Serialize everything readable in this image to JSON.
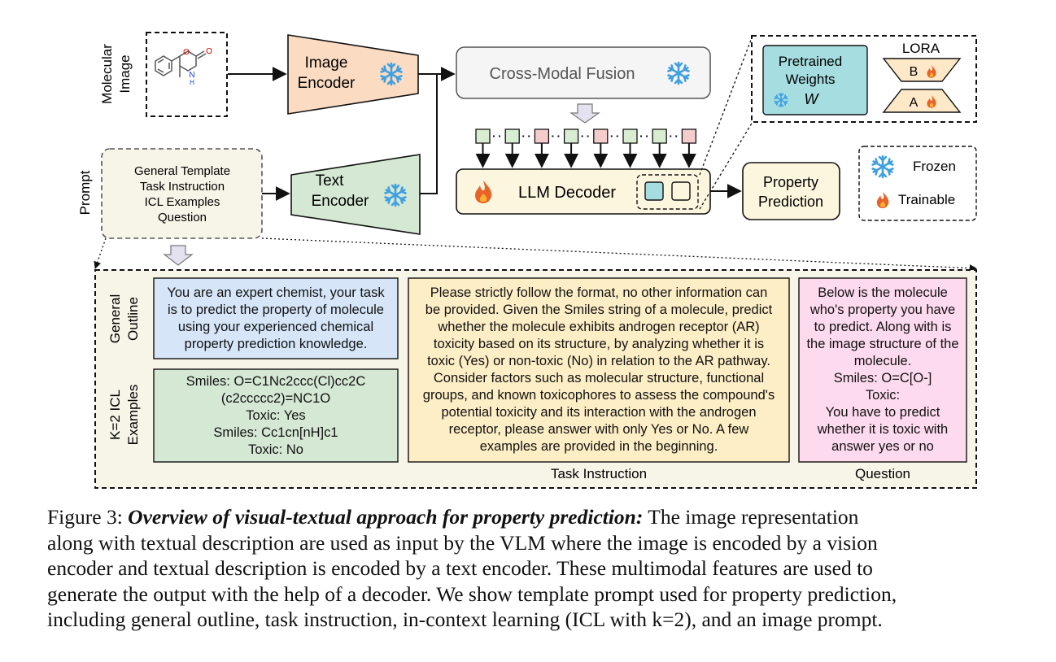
{
  "side_labels": {
    "molecular_image": [
      "Molecular",
      "Image"
    ],
    "prompt": "Prompt",
    "general_outline": [
      "General",
      "Outline"
    ],
    "icl_examples": [
      "K=2 ICL",
      "Examples"
    ]
  },
  "blocks": {
    "image_encoder": [
      "Image",
      "Encoder"
    ],
    "text_encoder": [
      "Text",
      "Encoder"
    ],
    "cross_modal_fusion": "Cross-Modal Fusion",
    "llm_decoder": "LLM Decoder",
    "property_prediction": [
      "Property",
      "Prediction"
    ],
    "pretrained_weights": [
      "Pretrained",
      "Weights"
    ],
    "weights_symbol": "W",
    "lora_title": "LORA",
    "lora_b": "B",
    "lora_a": "A"
  },
  "molecule_labels": {
    "oxygen_ring": "O",
    "oxygen_carbonyl": "O",
    "nitrogen": "N",
    "hydrogen": "H"
  },
  "legend": {
    "frozen": "Frozen",
    "trainable": "Trainable"
  },
  "prompt_box": [
    "General Template",
    "Task Instruction",
    "ICL Examples",
    "Question"
  ],
  "outline_text": [
    "You are an expert chemist, your task",
    "is to predict the property of molecule",
    "using your experienced chemical",
    "property prediction knowledge."
  ],
  "icl_text": [
    "Smiles: O=C1Nc2ccc(Cl)cc2C",
    "(c2ccccc2)=NC1O",
    "Toxic: Yes",
    "Smiles: Cc1cn[nH]c1",
    "Toxic: No"
  ],
  "task_text": [
    "Please strictly follow the format, no other information can",
    "be provided. Given the Smiles string of a molecule, predict",
    "whether the molecule exhibits androgen receptor (AR)",
    "toxicity based on its structure, by analyzing whether it is",
    "toxic (Yes) or non-toxic (No) in relation to the AR pathway.",
    "Consider factors such as molecular structure, functional",
    "groups, and known toxicophores to assess the compound's",
    "potential toxicity and its interaction with the androgen",
    "receptor, please answer with only Yes or No. A few",
    "examples are provided in the beginning."
  ],
  "question_text": [
    "Below is the molecule",
    "who's property you have",
    "to predict. Along with is",
    "the image structure of the",
    "molecule.",
    "Smiles: O=C[O-]",
    "Toxic:",
    "You have to predict",
    "whether it is toxic with",
    "answer yes or no"
  ],
  "bottom_labels": {
    "task_instruction": "Task Instruction",
    "question": "Question"
  },
  "caption": {
    "label": "Figure 3: ",
    "title": "Overview of visual-textual approach for property prediction:",
    "first_line_rest": " The image representation",
    "lines": [
      "along with textual description are used as input by the VLM where the image is encoded by a vision",
      "encoder and textual description is encoded by a text encoder. These multimodal features are used to",
      "generate the output with the help of a decoder. We show template prompt used for property prediction,",
      "including general outline, task instruction, in-context learning (ICL with k=2), and an image prompt."
    ]
  },
  "token_colors": [
    "#d8ecd2",
    "#d8ecd2",
    "#f5cccc",
    "#d8ecd2",
    "#f5cccc",
    "#d8ecd2",
    "#d8ecd2",
    "#f5cccc"
  ],
  "colors": {
    "image_encoder": "#fbdcc3",
    "text_encoder": "#d5e8d4",
    "fusion": "#f5f5f5",
    "decoder": "#fdf6de",
    "prompt_panel": "#f7f5e8",
    "outline": "#d6e6f8",
    "icl": "#d5e8d4",
    "task": "#fdeec5",
    "question": "#fddaee",
    "weights": "#a6dde0",
    "lora": "#fde9c8",
    "snowflake": "#3f9fe0",
    "flame": "#e8622a",
    "flame_inner": "#f9b233"
  }
}
